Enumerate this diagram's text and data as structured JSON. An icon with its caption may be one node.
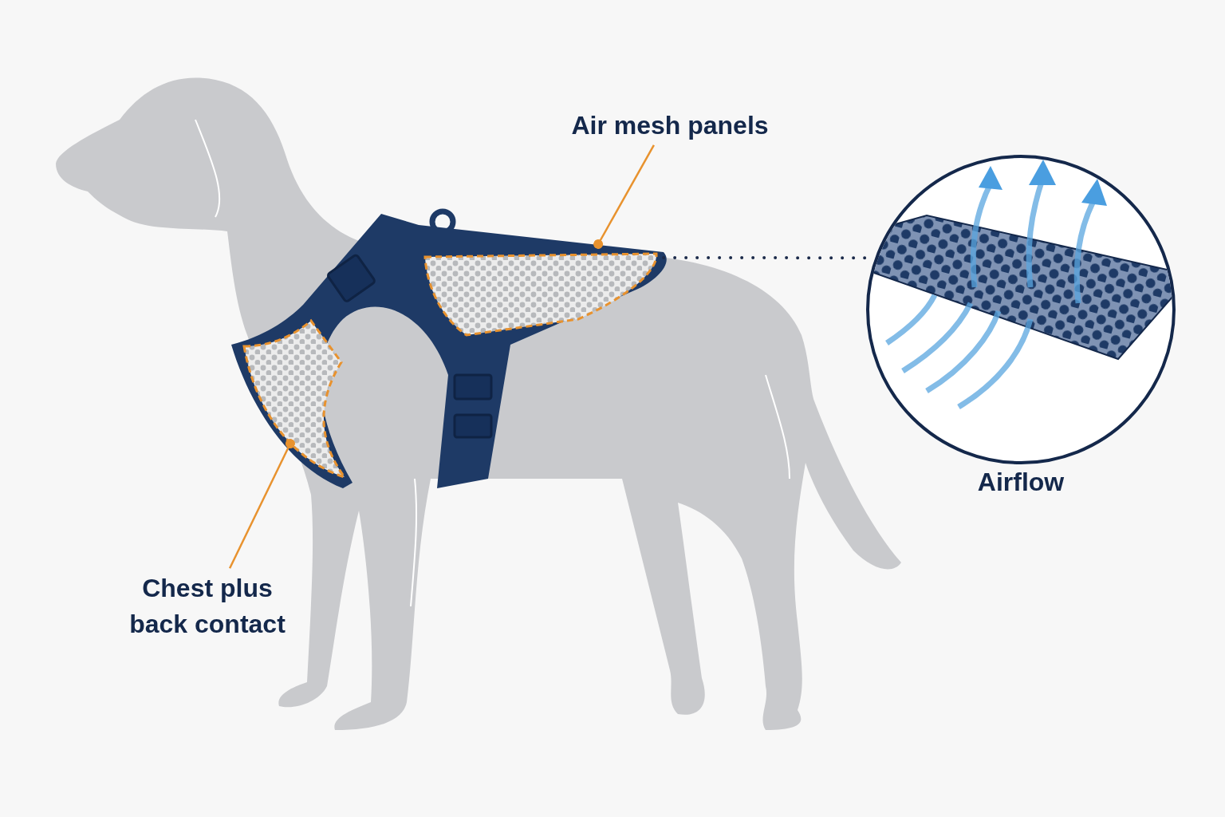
{
  "diagram": {
    "nodes": [
      {
        "text": [
          "Air mesh panels"
        ]
      },
      {
        "text": [],
        "shape": "picture"
      },
      {
        "text": [
          "Chest plus back contact"
        ]
      },
      {
        "text": [],
        "shape": "picture"
      },
      {
        "text": [
          "Airflow"
        ]
      }
    ],
    "edges": [
      {
        "from": 0,
        "to": 1,
        "arrow": "other"
      },
      {
        "from": 2,
        "to": 3,
        "arrow": "other"
      },
      {
        "from": 1,
        "to": 4,
        "arrow": "none",
        "style": "dashed",
        "color": "#1b2a4a"
      }
    ]
  }
}
